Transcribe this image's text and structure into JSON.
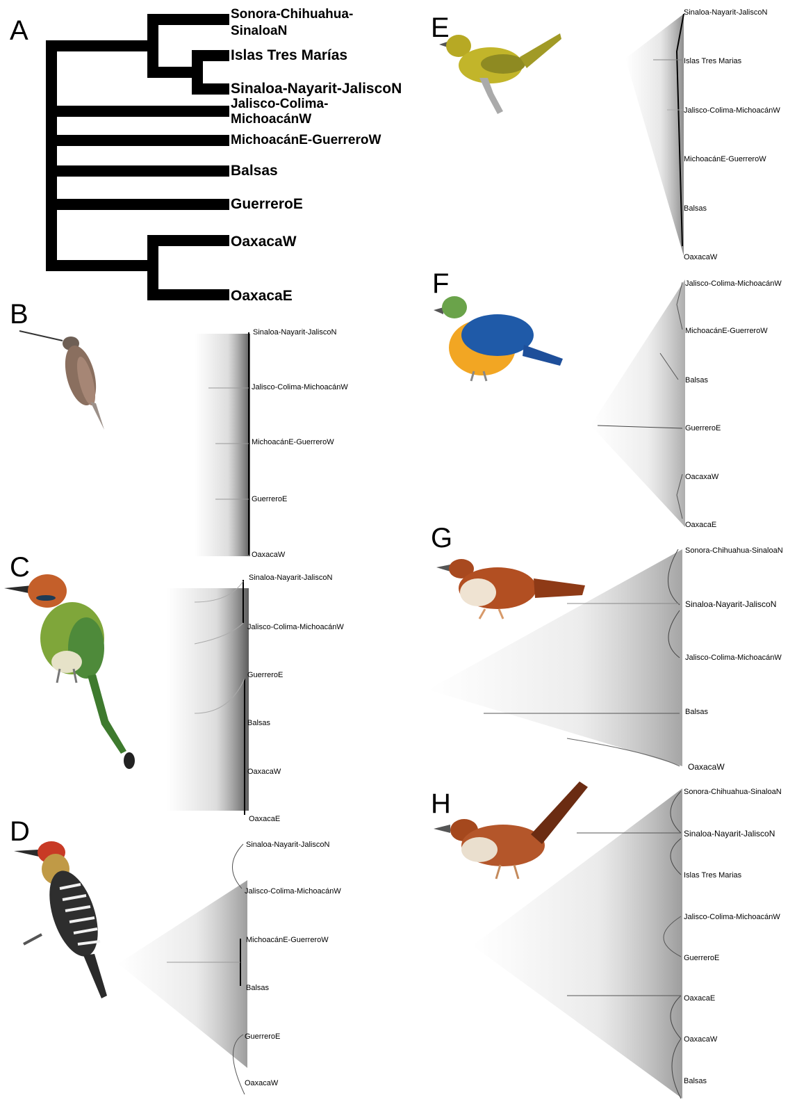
{
  "panels": {
    "A": {
      "letter": "A",
      "tips": [
        "Sonora-Chihuahua-",
        "SinaloaN",
        "Islas Tres Marías",
        "Sinaloa-Nayarit-JaliscoN",
        "Jalisco-Colima-",
        "MichoacánW",
        "MichoacánE-GuerreroW",
        "Balsas",
        "GuerreroE",
        "OaxacaW",
        "OaxacaE"
      ]
    },
    "B": {
      "letter": "B",
      "bird": "hummingbird-illustration",
      "tips": [
        "Sinaloa-Nayarit-JaliscoN",
        "Jalisco-Colima-MichoacánW",
        "MichoacánE-GuerreroW",
        "GuerreroE",
        "OaxacaW"
      ]
    },
    "C": {
      "letter": "C",
      "bird": "motmot-illustration",
      "tips": [
        "Sinaloa-Nayarit-JaliscoN",
        "Jalisco-Colima-MichoacánW",
        "GuerreroE",
        "Balsas",
        "OaxacaW",
        "OaxacaE"
      ]
    },
    "D": {
      "letter": "D",
      "bird": "woodpecker-illustration",
      "tips": [
        "Sinaloa-Nayarit-JaliscoN",
        "Jalisco-Colima-MichoacánW",
        "MichoacánE-GuerreroW",
        "Balsas",
        "GuerreroE",
        "OaxacaW"
      ]
    },
    "E": {
      "letter": "E",
      "bird": "yellow-warbler-illustration",
      "tips": [
        "Sinaloa-Nayarit-JaliscoN",
        "Islas Tres Marias",
        "Jalisco-Colima-MichoacánW",
        "MichoacánE-GuerreroW",
        "Balsas",
        "OaxacaW"
      ]
    },
    "F": {
      "letter": "F",
      "bird": "bunting-illustration",
      "tips": [
        "Jalisco-Colima-MichoacánW",
        "MichoacánE-GuerreroW",
        "Balsas",
        "GuerreroE",
        "OacaxaW",
        "OaxacaE"
      ]
    },
    "G": {
      "letter": "G",
      "bird": "wren-illustration",
      "tips": [
        "Sonora-Chihuahua-SinaloaN",
        "Sinaloa-Nayarit-JaliscoN",
        "Jalisco-Colima-MichoacánW",
        "Balsas",
        "OaxacaW"
      ]
    },
    "H": {
      "letter": "H",
      "bird": "wren-illustration",
      "tips": [
        "Sonora-Chihuahua-SinaloaN",
        "Sinaloa-Nayarit-JaliscoN",
        "Islas Tres Marias",
        "Jalisco-Colima-MichoacánW",
        "GuerreroE",
        "OaxacaE",
        "OaxacaW",
        "Balsas"
      ]
    }
  },
  "colors": {
    "tree": "#000000",
    "cloud": "#606060"
  }
}
